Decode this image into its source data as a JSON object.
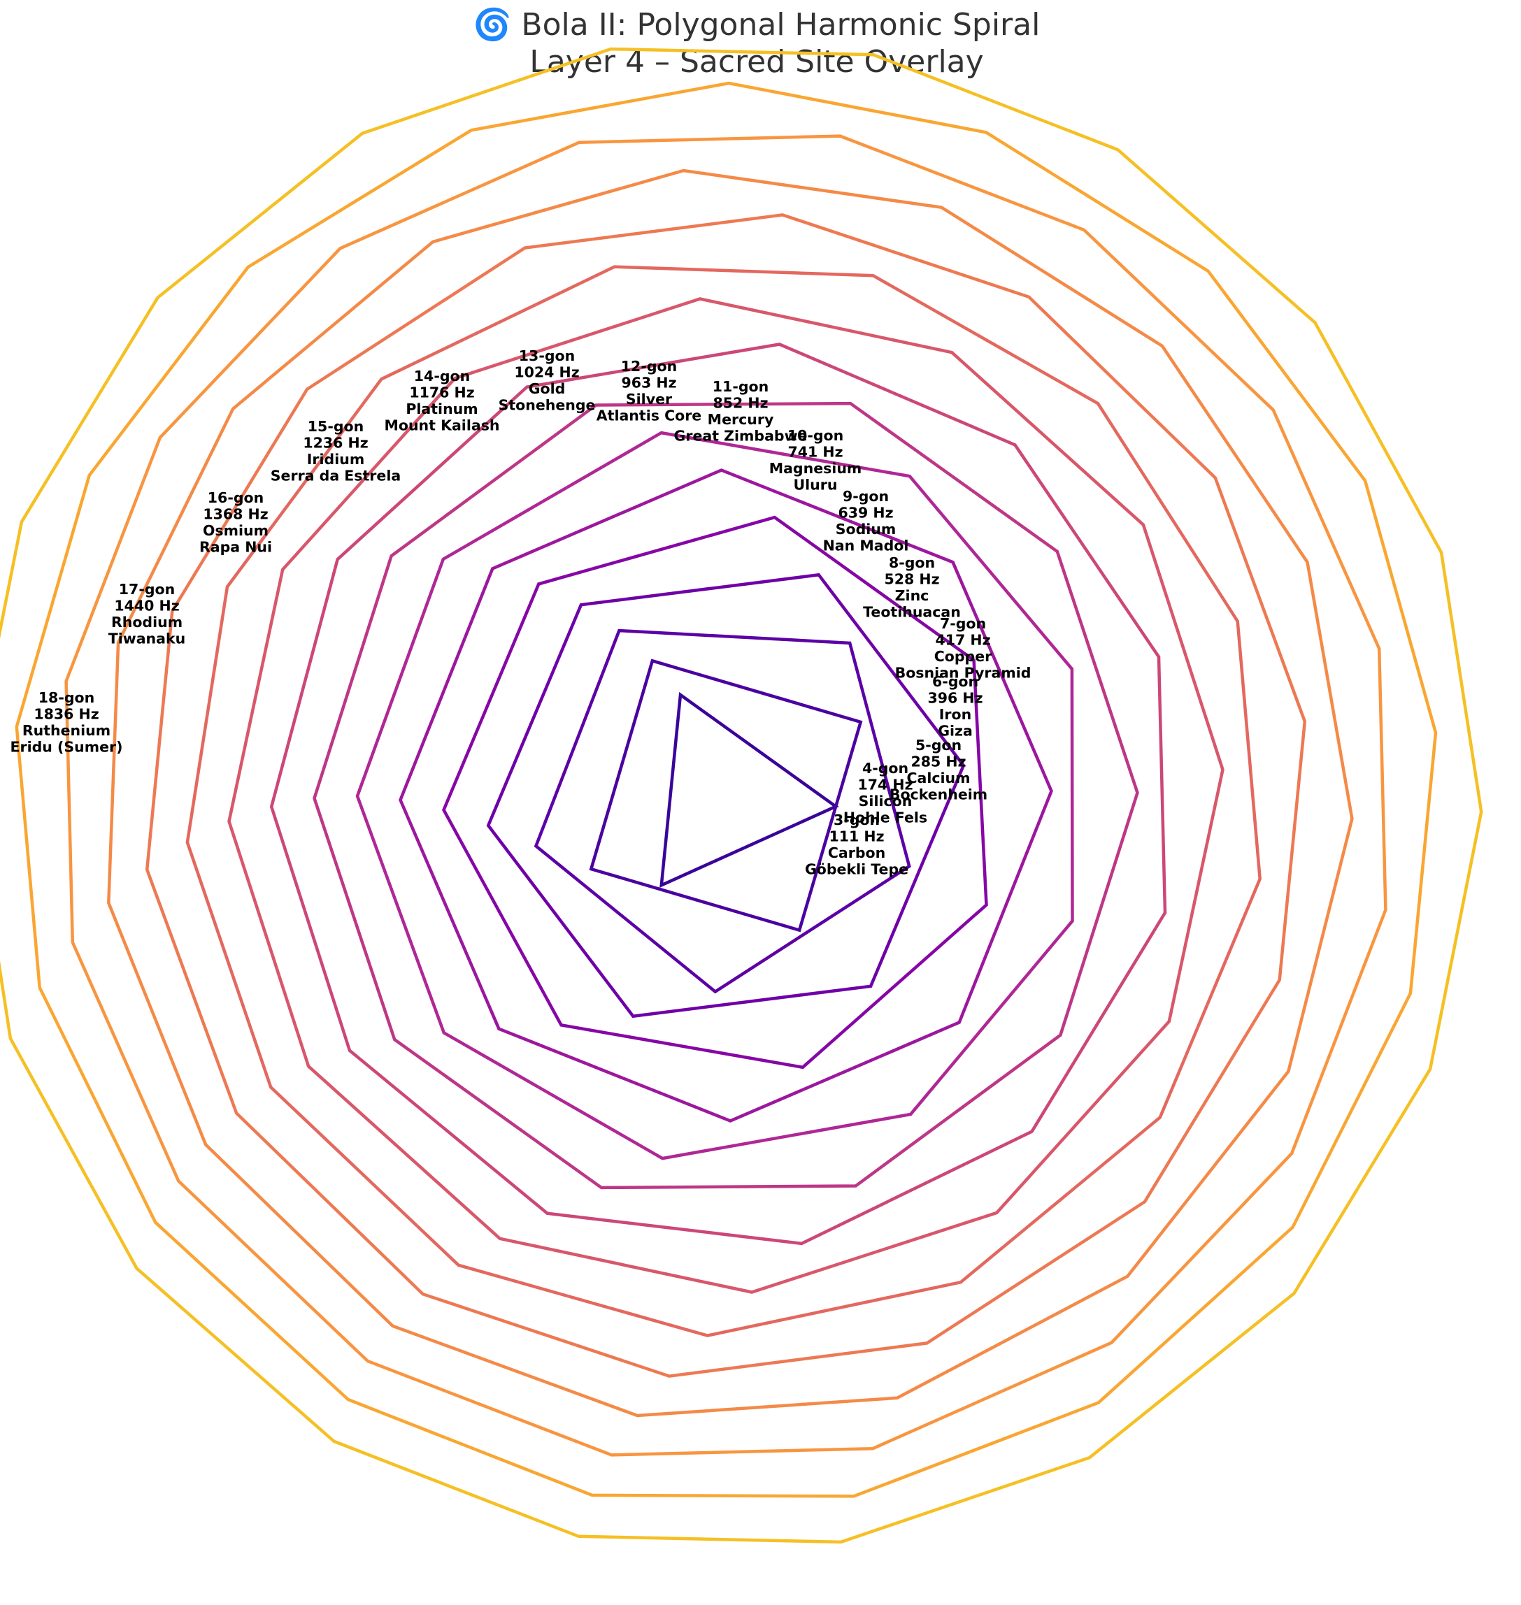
{
  "title": {
    "line1": "🌀 Bola II: Polygonal Harmonic Spiral",
    "line2": "Layer 4 – Sacred Site Overlay"
  },
  "polygons": [
    {
      "sides": 3,
      "label": "3-gon",
      "freq": "111 Hz",
      "element": "Carbon",
      "site": "Göbekli Tepe",
      "color": "#3a049a"
    },
    {
      "sides": 4,
      "label": "4-gon",
      "freq": "174 Hz",
      "element": "Silicon",
      "site": "Hohle Fels",
      "color": "#4a02a0"
    },
    {
      "sides": 5,
      "label": "5-gon",
      "freq": "285 Hz",
      "element": "Calcium",
      "site": "Bockenheim",
      "color": "#5c01a6"
    },
    {
      "sides": 6,
      "label": "6-gon",
      "freq": "396 Hz",
      "element": "Iron",
      "site": "Giza",
      "color": "#6e00a8"
    },
    {
      "sides": 7,
      "label": "7-gon",
      "freq": "417 Hz",
      "element": "Copper",
      "site": "Bosnian Pyramid",
      "color": "#8606a6"
    },
    {
      "sides": 8,
      "label": "8-gon",
      "freq": "528 Hz",
      "element": "Zinc",
      "site": "Teotihuacan",
      "color": "#9c179e"
    },
    {
      "sides": 9,
      "label": "9-gon",
      "freq": "639 Hz",
      "element": "Sodium",
      "site": "Nan Madol",
      "color": "#af2795"
    },
    {
      "sides": 10,
      "label": "10-gon",
      "freq": "741 Hz",
      "element": "Magnesium",
      "site": "Uluru",
      "color": "#bd3786"
    },
    {
      "sides": 11,
      "label": "11-gon",
      "freq": "852 Hz",
      "element": "Mercury",
      "site": "Great Zimbabwe",
      "color": "#cc4778"
    },
    {
      "sides": 12,
      "label": "12-gon",
      "freq": "963 Hz",
      "element": "Silver",
      "site": "Atlantis Core",
      "color": "#d8576b"
    },
    {
      "sides": 13,
      "label": "13-gon",
      "freq": "1024 Hz",
      "element": "Gold",
      "site": "Stonehenge",
      "color": "#e3685f"
    },
    {
      "sides": 14,
      "label": "14-gon",
      "freq": "1176 Hz",
      "element": "Platinum",
      "site": "Mount Kailash",
      "color": "#ed7953"
    },
    {
      "sides": 15,
      "label": "15-gon",
      "freq": "1236 Hz",
      "element": "Iridium",
      "site": "Serra da Estrela",
      "color": "#f48a47"
    },
    {
      "sides": 16,
      "label": "16-gon",
      "freq": "1368 Hz",
      "element": "Osmium",
      "site": "Rapa Nui",
      "color": "#f89540"
    },
    {
      "sides": 17,
      "label": "17-gon",
      "freq": "1440 Hz",
      "element": "Rhodium",
      "site": "Tiwanaku",
      "color": "#f9a632"
    },
    {
      "sides": 18,
      "label": "18-gon",
      "freq": "1836 Hz",
      "element": "Ruthenium",
      "site": "Eridu (Sumer)",
      "color": "#f5c024"
    }
  ]
}
